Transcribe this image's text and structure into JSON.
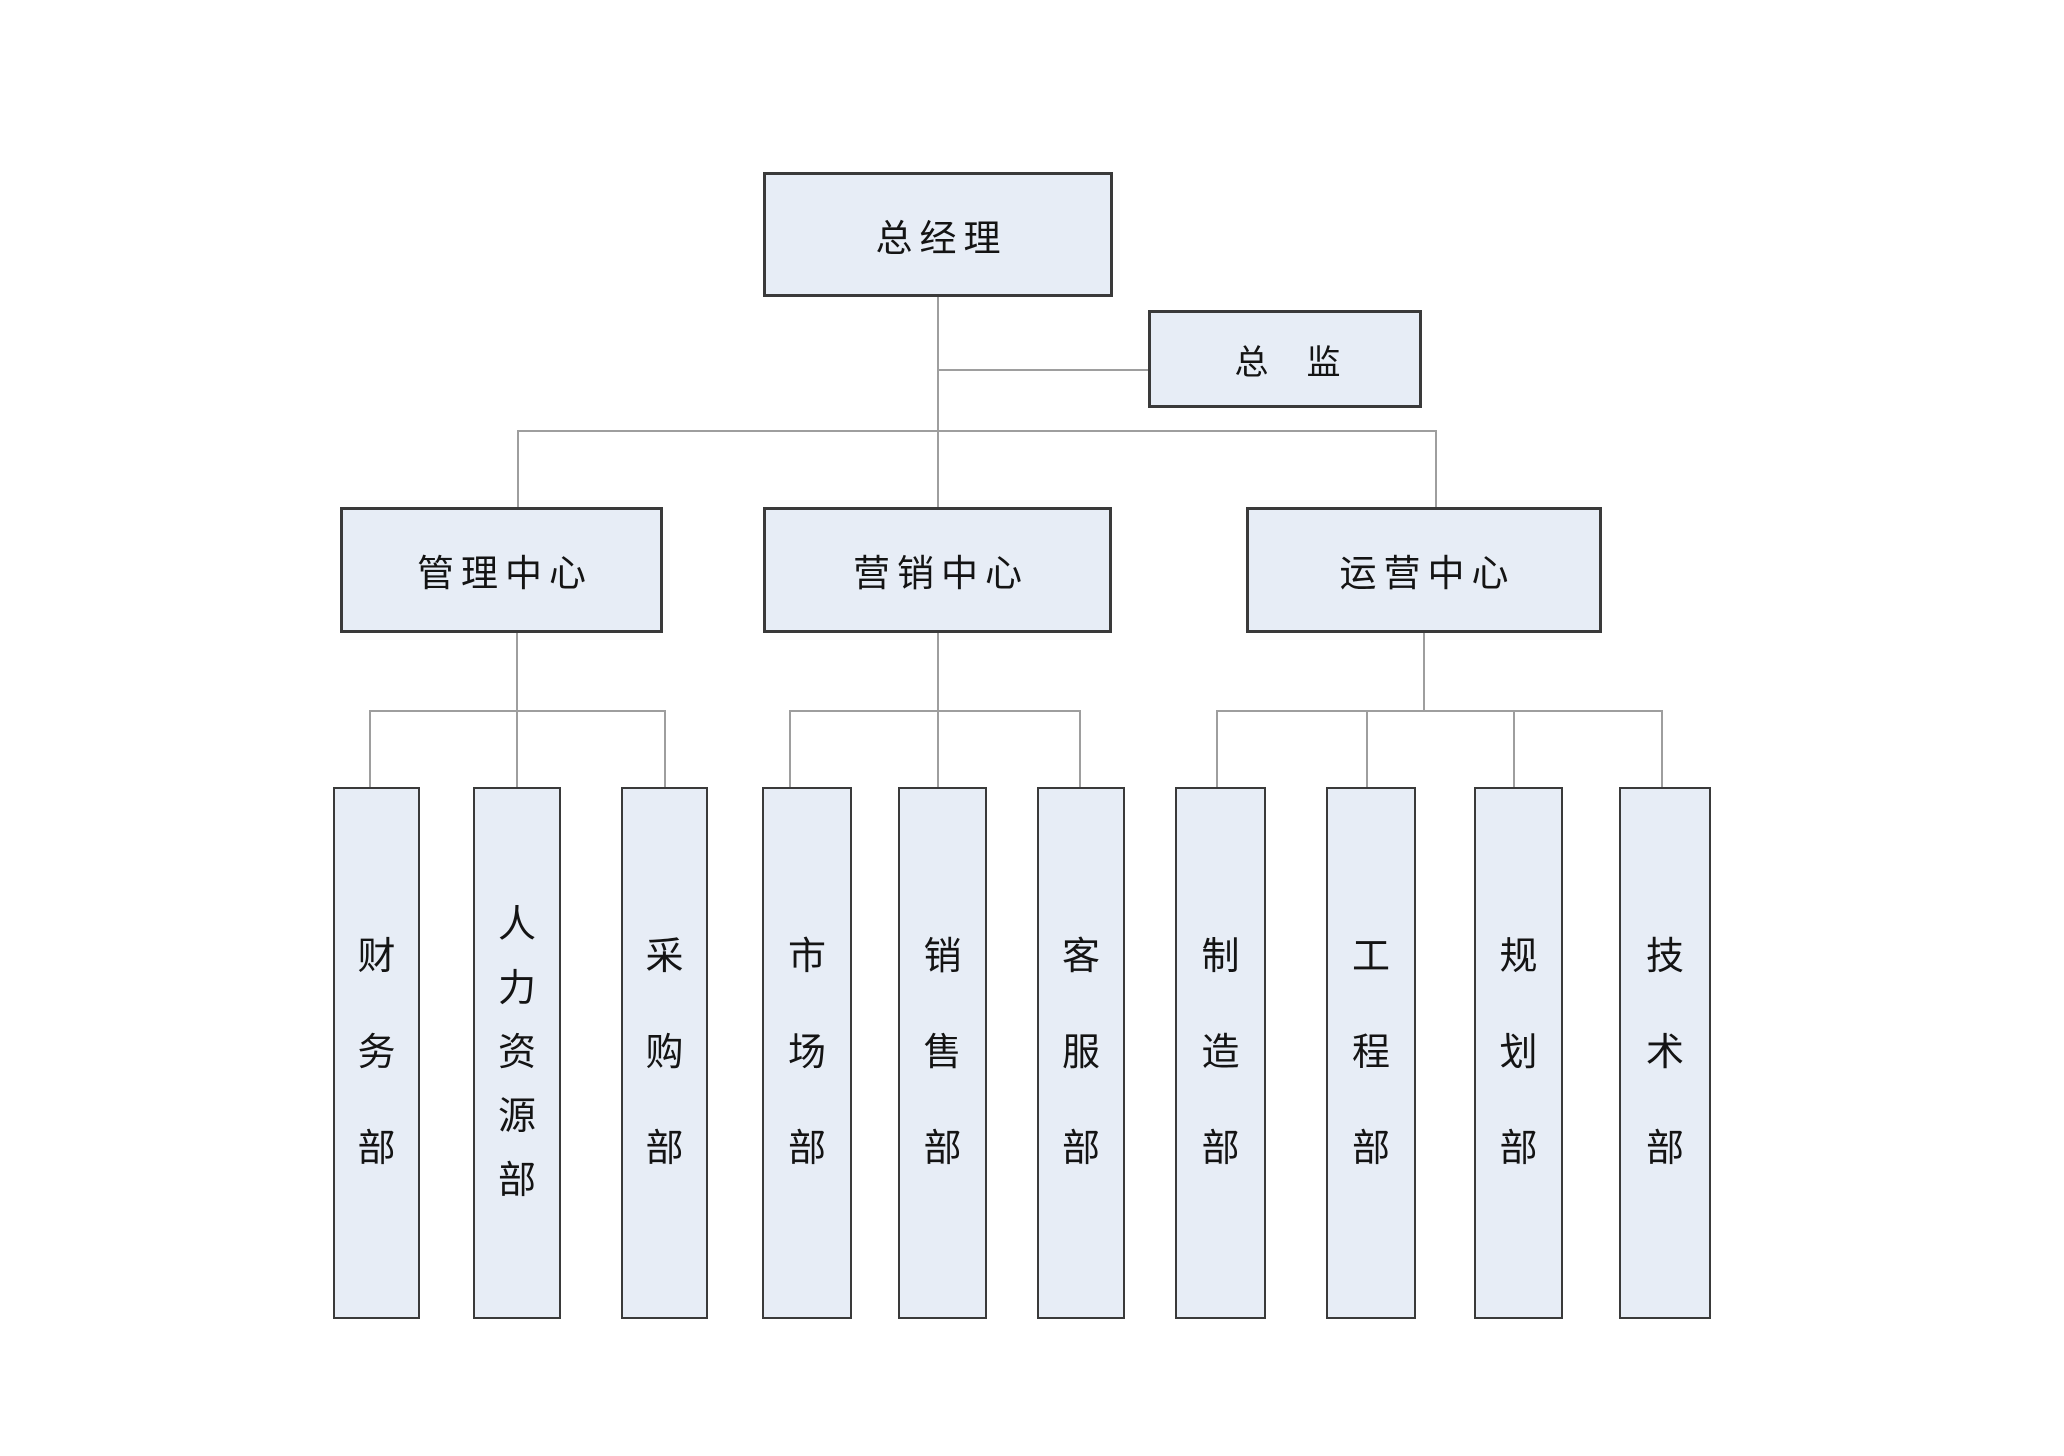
{
  "diagram": {
    "type": "org-chart",
    "root": {
      "label": "总经理"
    },
    "staff": {
      "label": "总　监"
    },
    "centers": [
      {
        "label": "管理中心"
      },
      {
        "label": "营销中心"
      },
      {
        "label": "运营中心"
      }
    ],
    "departments": [
      {
        "label": "财务部",
        "parent": "管理中心"
      },
      {
        "label": "人力资源部",
        "parent": "管理中心"
      },
      {
        "label": "采购部",
        "parent": "管理中心"
      },
      {
        "label": "市场部",
        "parent": "营销中心"
      },
      {
        "label": "销售部",
        "parent": "营销中心"
      },
      {
        "label": "客服部",
        "parent": "营销中心"
      },
      {
        "label": "制造部",
        "parent": "运营中心"
      },
      {
        "label": "工程部",
        "parent": "运营中心"
      },
      {
        "label": "规划部",
        "parent": "运营中心"
      },
      {
        "label": "技术部",
        "parent": "运营中心"
      }
    ],
    "colors": {
      "node_fill": "#e7edf6",
      "node_border": "#3a3a3a",
      "connector": "#9e9e9e",
      "text": "#141414",
      "background": "#ffffff"
    }
  }
}
